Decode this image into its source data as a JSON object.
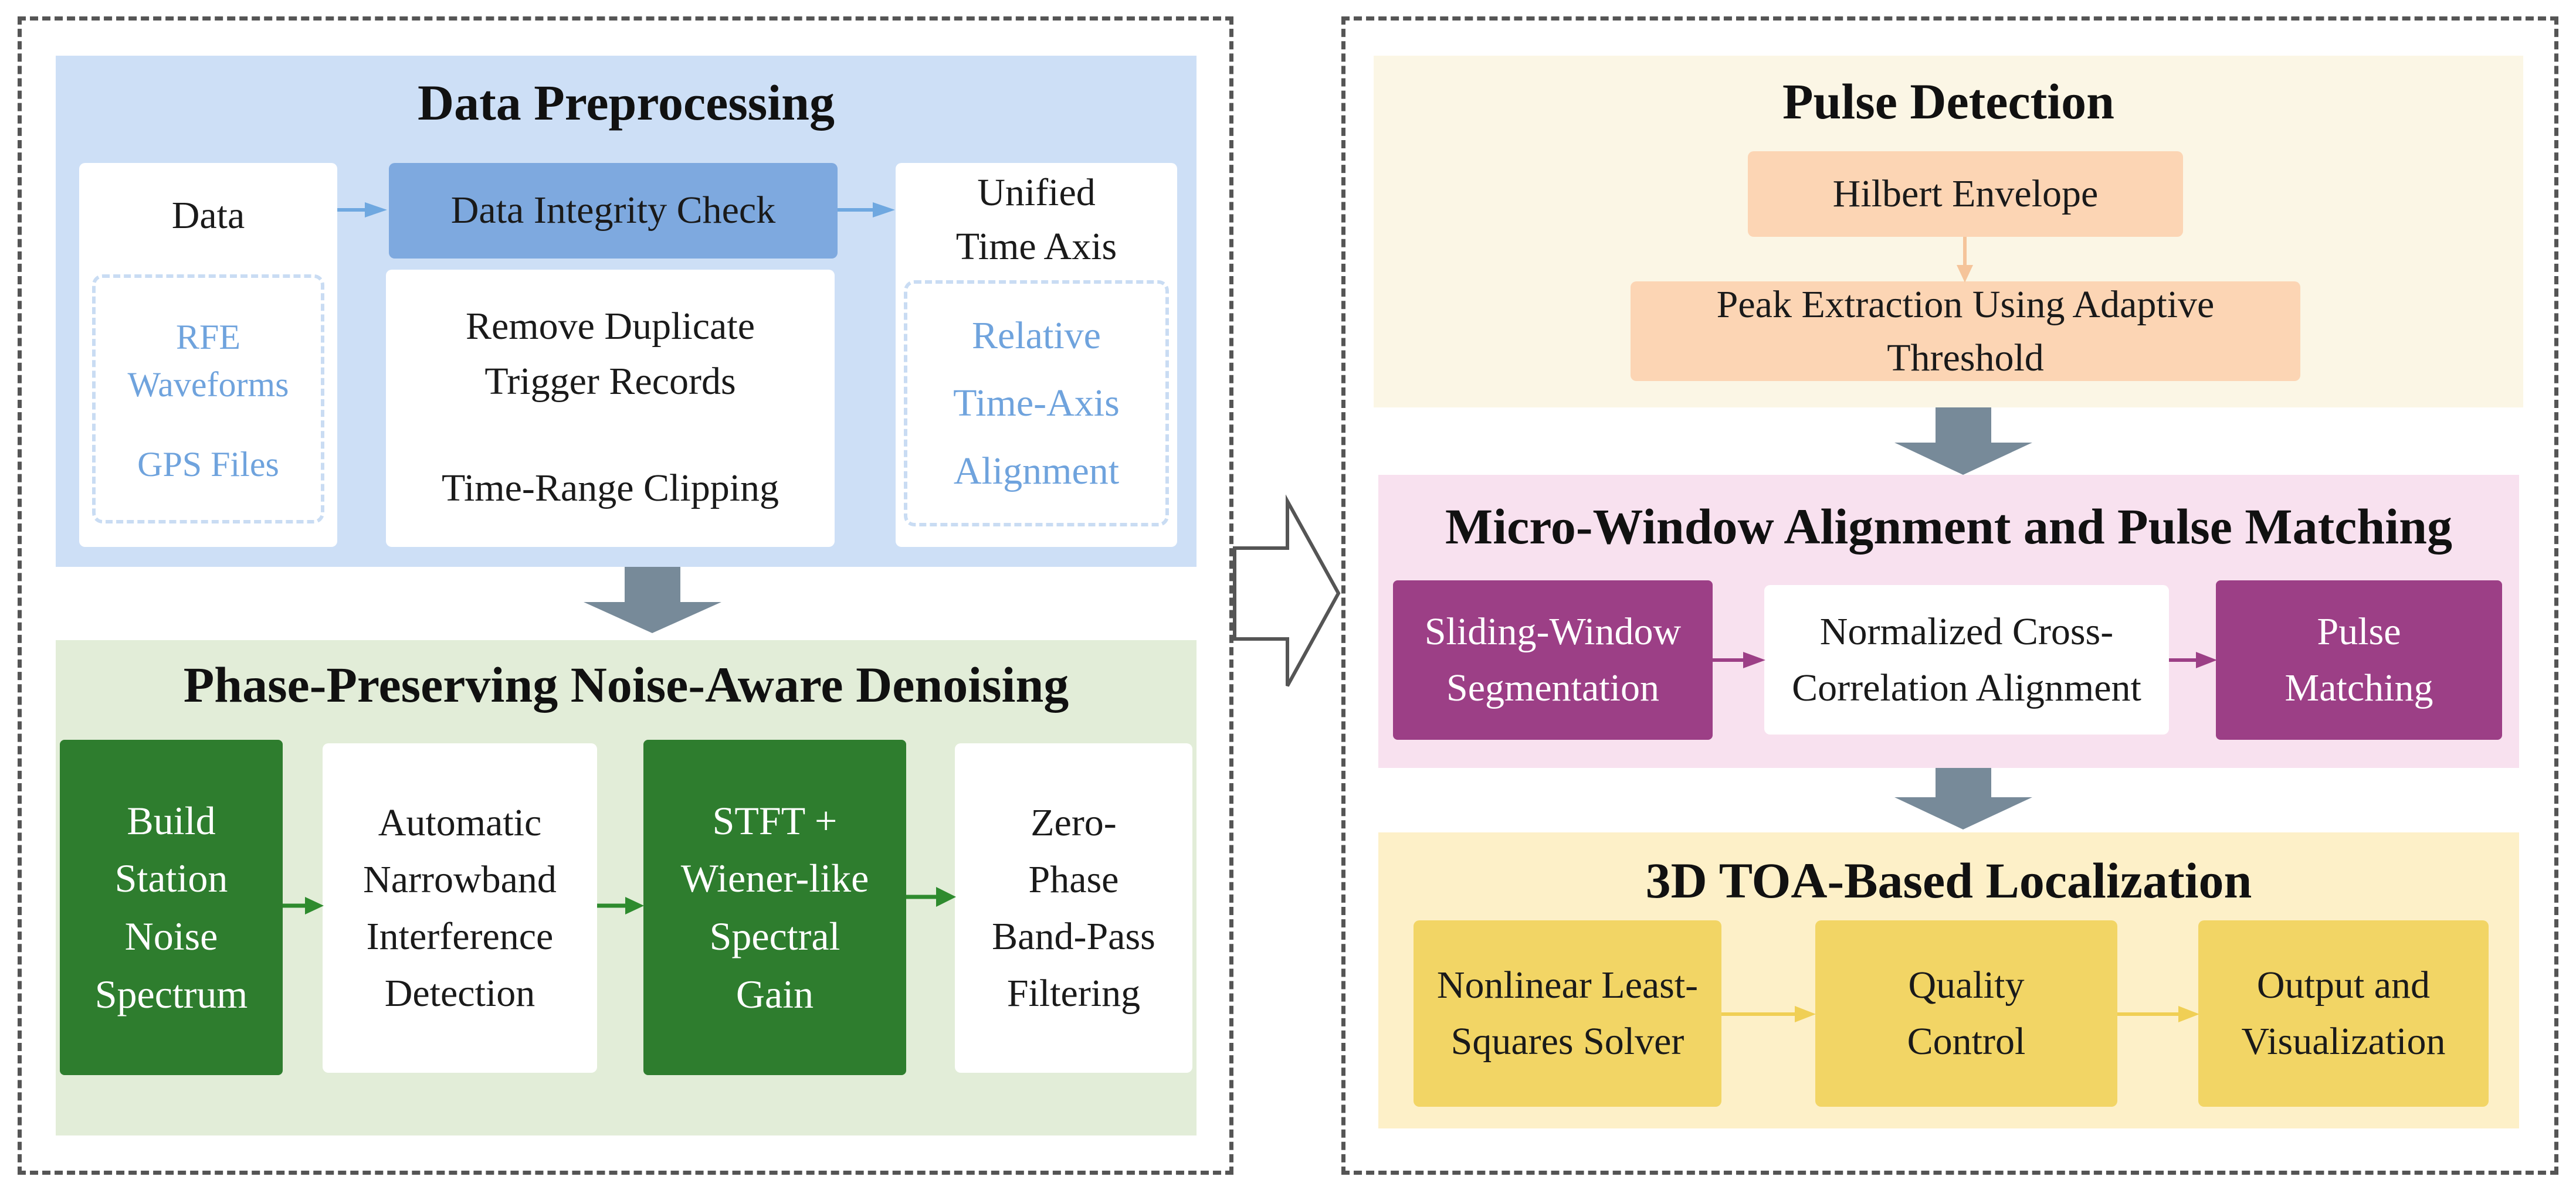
{
  "colors": {
    "preproc_bg": "#cddff6",
    "check_box": "#7ea9df",
    "blue_text": "#6fa3dd",
    "blue_arrow": "#6fa8e0",
    "denoise_bg": "#e2edd8",
    "green_dark": "#2e7d2e",
    "pulse_bg": "#fbf6e5",
    "orange_box": "#fcd5b4",
    "micro_bg": "#f8e1ef",
    "purple_box": "#9c3f86",
    "loc_bg": "#fdf0c8",
    "yellow_box": "#f2d565",
    "big_arrow": "#778a99",
    "dashed_border": "#555555"
  },
  "left_panel": {
    "preprocessing": {
      "title": "Data Preprocessing",
      "data_box": {
        "label": "Data",
        "items": [
          "RFE Waveforms",
          "GPS Files"
        ]
      },
      "integrity_check": "Data Integrity Check",
      "center_box": {
        "line1": "Remove Duplicate Trigger Records",
        "line2": "Time-Range Clipping"
      },
      "time_axis_box": {
        "label": "Unified Time Axis",
        "item": "Relative Time-Axis Alignment"
      }
    },
    "denoising": {
      "title": "Phase-Preserving Noise-Aware Denoising",
      "steps": [
        "Build Station Noise Spectrum",
        "Automatic Narrowband Interference Detection",
        "STFT + Wiener-like Spectral Gain",
        "Zero-Phase Band-Pass Filtering"
      ]
    }
  },
  "right_panel": {
    "pulse_detection": {
      "title": "Pulse Detection",
      "steps": [
        "Hilbert Envelope",
        "Peak Extraction Using Adaptive Threshold"
      ]
    },
    "micro_window": {
      "title": "Micro-Window Alignment and Pulse Matching",
      "steps": [
        "Sliding-Window Segmentation",
        "Normalized Cross-Correlation Alignment",
        "Pulse Matching"
      ]
    },
    "localization": {
      "title": "3D TOA-Based Localization",
      "steps": [
        "Nonlinear Least-Squares Solver",
        "Quality Control",
        "Output and Visualization"
      ]
    }
  }
}
